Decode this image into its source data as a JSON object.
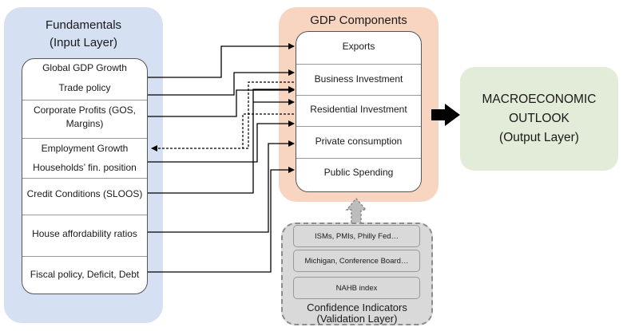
{
  "fundamentals": {
    "title_line1": "Fundamentals",
    "title_line2": "(Input Layer)",
    "items": [
      "Global GDP Growth",
      "Trade policy",
      "Corporate Profits (GOS,",
      "Margins)",
      "Employment Growth",
      "Households’ fin. position",
      "Credit Conditions (SLOOS)",
      "House affordability ratios",
      "Fiscal policy, Deficit, Debt"
    ]
  },
  "gdp_components": {
    "title": "GDP Components",
    "items": [
      "Exports",
      "Business Investment",
      "Residential Investment",
      "Private consumption",
      "Public Spending"
    ]
  },
  "output": {
    "line1": "MACROECONOMIC",
    "line2": "OUTLOOK",
    "line3": "(Output Layer)"
  },
  "confidence": {
    "items": [
      "ISMs, PMIs, Philly Fed…",
      "Michigan, Conference Board…",
      "NAHB index"
    ],
    "title_line1": "Confidence Indicators",
    "title_line2": "(Validation Layer)"
  }
}
